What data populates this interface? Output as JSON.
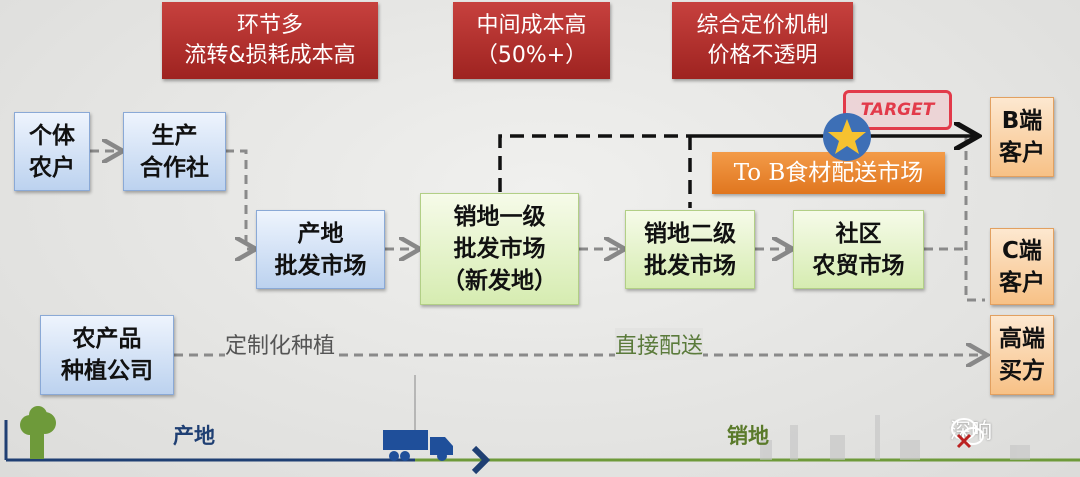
{
  "problems": [
    {
      "line1": "环节多",
      "line2": "流转&损耗成本高"
    },
    {
      "line1": "中间成本高",
      "line2": "（50%+）"
    },
    {
      "line1": "综合定价机制",
      "line2": "价格不透明"
    }
  ],
  "nodes": {
    "farmer": [
      "个体",
      "农户"
    ],
    "coop": [
      "生产",
      "合作社"
    ],
    "origin_market": [
      "产地",
      "批发市场"
    ],
    "primary_market": [
      "销地一级",
      "批发市场",
      "（新发地）"
    ],
    "secondary_market": [
      "销地二级",
      "批发市场"
    ],
    "community_market": [
      "社区",
      "农贸市场"
    ],
    "b_client": [
      "B端",
      "客户"
    ],
    "c_client": [
      "C端",
      "客户"
    ],
    "premium_buyer": [
      "高端",
      "买方"
    ],
    "planting_company": [
      "农产品",
      "种植公司"
    ]
  },
  "target_label": "TARGET",
  "tob_label": "To B食材配送市场",
  "flow_labels": {
    "custom": "定制化种植",
    "direct": "直接配送"
  },
  "timeline": {
    "origin": "产地",
    "destination": "销地"
  },
  "watermark": "深响",
  "colors": {
    "problem": "#b3302d",
    "origin_line": "#1f3f73",
    "dest_line": "#6e9a3a",
    "target": "#e23a4a"
  }
}
